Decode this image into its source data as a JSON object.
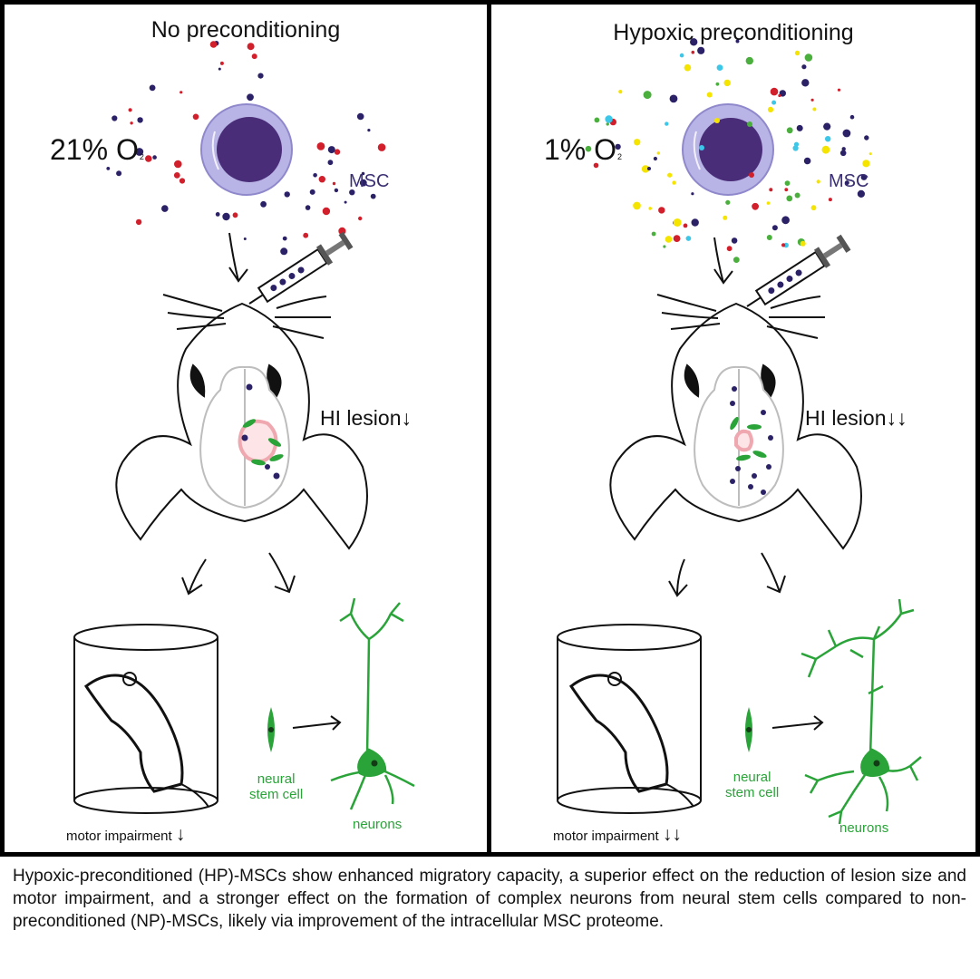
{
  "panels": {
    "left": {
      "title": "No preconditioning",
      "oxygen": "21% O",
      "oxygen_sub": "2",
      "cell_label": "MSC",
      "lesion_label": "HI lesion",
      "lesion_arrows": "↓",
      "motor_label": "motor impairment",
      "motor_arrows": "↓",
      "stem_label_1": "neural",
      "stem_label_2": "stem cell",
      "neuron_label": "neurons"
    },
    "right": {
      "title": "Hypoxic preconditioning",
      "oxygen": "1% O",
      "oxygen_sub": "2",
      "cell_label": "MSC",
      "lesion_label": "HI lesion",
      "lesion_arrows": "↓↓",
      "motor_label": "motor impairment",
      "motor_arrows": "↓↓",
      "stem_label_1": "neural",
      "stem_label_2": "stem cell",
      "neuron_label": "neurons"
    }
  },
  "caption": "Hypoxic-preconditioned (HP)-MSCs show enhanced migratory capacity, a superior effect on the reduction of lesion size and motor impairment, and a stronger effect on the formation of complex neurons from neural stem cells compared to non-preconditioned (NP)-MSCs, likely via improvement of the intracellular MSC proteome.",
  "colors": {
    "cell_nucleus": "#4a2d78",
    "cell_body": "#b9b4e6",
    "dot_red": "#d11f2b",
    "dot_navy": "#2b2166",
    "dot_cyan": "#3cc6e8",
    "dot_yellow": "#f4e400",
    "dot_green": "#4aaf3d",
    "lesion": "#f0a8b0",
    "neuron_green": "#2aa339"
  },
  "icons": [
    "msc-cell-icon",
    "syringe-icon",
    "rat-brain-icon",
    "rat-cylinder-icon",
    "neural-stem-cell-icon",
    "neuron-icon"
  ]
}
